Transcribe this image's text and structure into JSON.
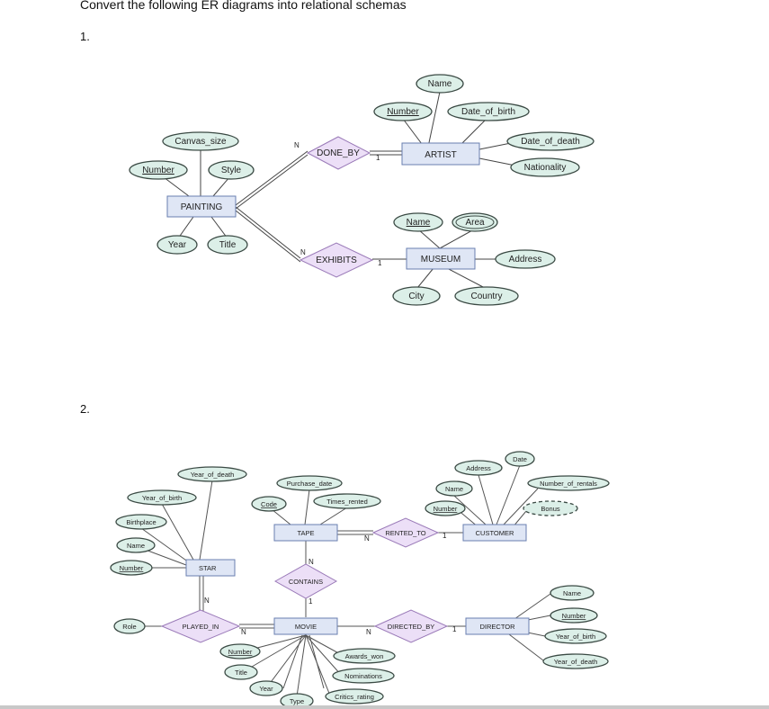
{
  "heading": "Convert the following ER diagrams into relational schemas",
  "numbers": [
    "1.",
    "2."
  ],
  "d1": {
    "entities": {
      "artist": "ARTIST",
      "painting": "PAINTING",
      "museum": "MUSEUM"
    },
    "relationships": {
      "done_by": "DONE_BY",
      "exhibits": "EXHIBITS"
    },
    "attributes": {
      "artist_name": "Name",
      "artist_number": "Number",
      "artist_dob": "Date_of_birth",
      "artist_dod": "Date_of_death",
      "artist_nat": "Nationality",
      "p_canvas": "Canvas_size",
      "p_number": "Number",
      "p_style": "Style",
      "p_year": "Year",
      "p_title": "Title",
      "m_name": "Name",
      "m_area": "Area",
      "m_address": "Address",
      "m_city": "City",
      "m_country": "Country"
    },
    "cards": {
      "done_n": "N",
      "done_1": "1",
      "ex_n": "N",
      "ex_1": "1"
    }
  },
  "d2": {
    "entities": {
      "star": "STAR",
      "tape": "TAPE",
      "customer": "CUSTOMER",
      "movie": "MOVIE",
      "director": "DIRECTOR"
    },
    "relationships": {
      "rented_to": "RENTED_TO",
      "contains": "CONTAINS",
      "played_in": "PLAYED_IN",
      "directed_by": "DIRECTED_BY"
    },
    "attributes": {
      "s_yod": "Year_of_death",
      "s_yob": "Year_of_birth",
      "s_birthplace": "Birthplace",
      "s_name": "Name",
      "s_number": "Number",
      "t_purchase": "Purchase_date",
      "t_code": "Code",
      "t_times": "Times_rented",
      "c_address": "Address",
      "c_date": "Date",
      "c_name": "Name",
      "c_number": "Number",
      "c_rentals": "Number_of_rentals",
      "c_bonus": "Bonus",
      "pi_role": "Role",
      "mv_number": "Number",
      "mv_title": "Title",
      "mv_year": "Year",
      "mv_type": "Type",
      "mv_awards": "Awards_won",
      "mv_nom": "Nominations",
      "mv_critics": "Critics_rating",
      "d_name": "Name",
      "d_number": "Number",
      "d_yob": "Year_of_birth",
      "d_yod": "Year_of_death"
    },
    "cards": {
      "rent_n": "N",
      "rent_1": "1",
      "cont_n": "N",
      "cont_1": "1",
      "play_n_top": "N",
      "play_n_right": "N",
      "dir_n": "N",
      "dir_1": "1"
    }
  }
}
